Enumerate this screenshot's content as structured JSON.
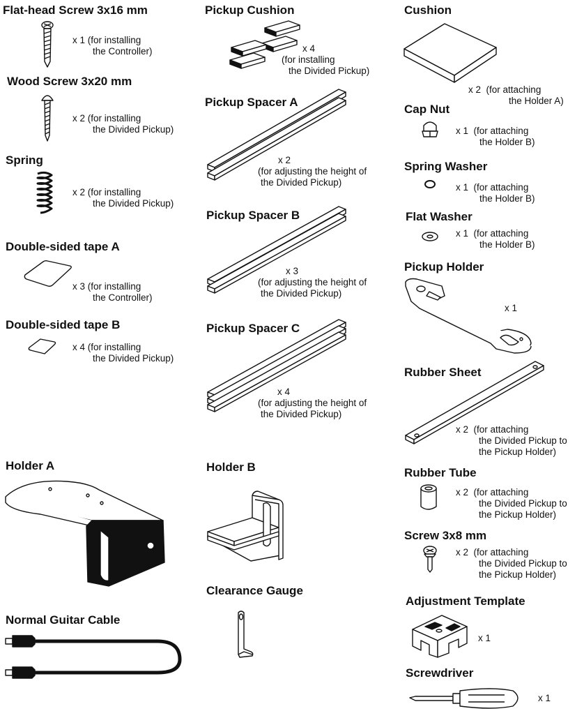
{
  "items": {
    "flathead_screw": {
      "title": "Flat-head Screw 3x16 mm",
      "qty": "x 1",
      "use1": "(for installing",
      "use2": "the Controller)"
    },
    "wood_screw": {
      "title": "Wood Screw 3x20 mm",
      "qty": "x 2",
      "use1": "(for installing",
      "use2": "the Divided Pickup)"
    },
    "spring": {
      "title": "Spring",
      "qty": "x 2",
      "use1": "(for installing",
      "use2": "the Divided Pickup)"
    },
    "tape_a": {
      "title": "Double-sided tape A",
      "qty": "x 3",
      "use1": "(for installing",
      "use2": "the Controller)"
    },
    "tape_b": {
      "title": "Double-sided tape B",
      "qty": "x 4",
      "use1": "(for installing",
      "use2": "the Divided Pickup)"
    },
    "holder_a": {
      "title": "Holder A"
    },
    "guitar_cable": {
      "title": "Normal Guitar Cable"
    },
    "pickup_cushion": {
      "title": "Pickup Cushion",
      "qty": "x 4",
      "use1": "(for installing",
      "use2": "the Divided Pickup)"
    },
    "spacer_a": {
      "title": "Pickup Spacer A",
      "qty": "x 2",
      "use1": "(for adjusting the height of",
      "use2": "the Divided Pickup)"
    },
    "spacer_b": {
      "title": "Pickup Spacer B",
      "qty": "x 3",
      "use1": "(for adjusting the height of",
      "use2": "the Divided Pickup)"
    },
    "spacer_c": {
      "title": "Pickup Spacer C",
      "qty": "x 4",
      "use1": "(for adjusting the height of",
      "use2": "the Divided Pickup)"
    },
    "holder_b": {
      "title": "Holder B"
    },
    "clearance_gauge": {
      "title": "Clearance Gauge"
    },
    "cushion": {
      "title": "Cushion",
      "qty": "x 2",
      "use1": "(for attaching",
      "use2": "the Holder A)"
    },
    "cap_nut": {
      "title": "Cap Nut",
      "qty": "x 1",
      "use1": "(for attaching",
      "use2": "the Holder B)"
    },
    "spring_washer": {
      "title": "Spring Washer",
      "qty": "x 1",
      "use1": "(for attaching",
      "use2": "the Holder B)"
    },
    "flat_washer": {
      "title": "Flat Washer",
      "qty": "x 1",
      "use1": "(for attaching",
      "use2": "the Holder B)"
    },
    "pickup_holder": {
      "title": "Pickup Holder",
      "qty": "x 1"
    },
    "rubber_sheet": {
      "title": "Rubber Sheet",
      "qty": "x 2",
      "use1": "(for attaching",
      "use2": "the Divided Pickup to",
      "use3": "the Pickup Holder)"
    },
    "rubber_tube": {
      "title": "Rubber Tube",
      "qty": "x 2",
      "use1": "(for attaching",
      "use2": "the Divided Pickup to",
      "use3": "the Pickup Holder)"
    },
    "screw_3x8": {
      "title": "Screw 3x8 mm",
      "qty": "x 2",
      "use1": "(for attaching",
      "use2": "the Divided Pickup to",
      "use3": "the Pickup Holder)"
    },
    "adjustment_template": {
      "title": "Adjustment Template",
      "qty": "x 1"
    },
    "screwdriver": {
      "title": "Screwdriver",
      "qty": "x 1"
    }
  }
}
